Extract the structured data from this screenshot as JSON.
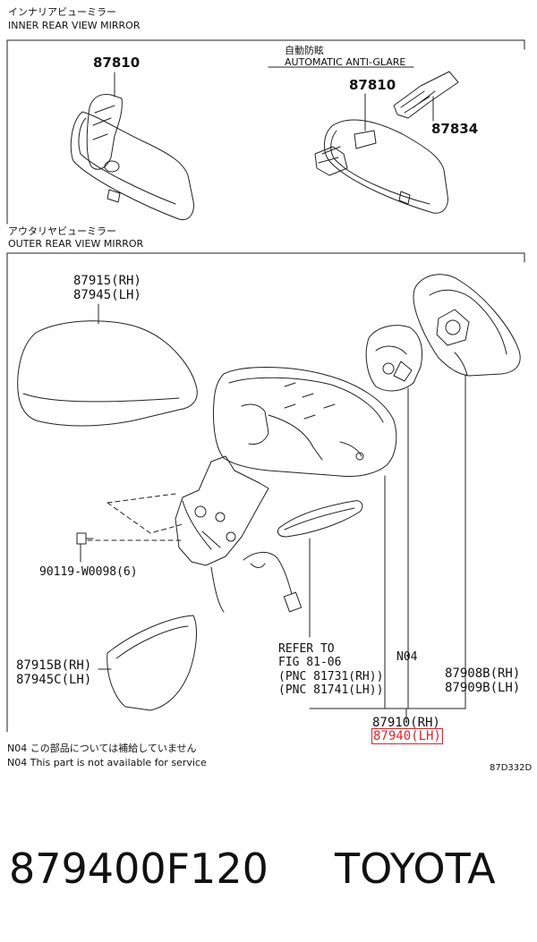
{
  "inner_section": {
    "title_jp": "インナリアビューミラー",
    "title_en": "INNER REAR VIEW MIRROR",
    "part_left": "87810",
    "auto_title_jp": "自動防眩",
    "auto_title_en": "AUTOMATIC ANTI-GLARE",
    "part_auto": "87810",
    "part_cover": "87834"
  },
  "outer_section": {
    "title_jp": "アウタリヤビューミラー",
    "title_en": "OUTER REAR VIEW MIRROR",
    "cover_rh": "87915(RH)",
    "cover_lh": "87945(LH)",
    "screw": "90119-W0098(6)",
    "lower_cover_rh": "87915B(RH)",
    "lower_cover_lh": "87945C(LH)",
    "refer_1": "REFER TO",
    "refer_2": "FIG 81-06",
    "refer_3": "(PNC 81731(RH))",
    "refer_4": "(PNC 81741(LH))",
    "n04": "N04",
    "glass_rh": "87908B(RH)",
    "glass_lh": "87909B(LH)",
    "assy_rh": "87910(RH)",
    "assy_lh": "87940(LH)"
  },
  "notes": {
    "n04_jp": "N04 この部品については補給していません",
    "n04_en": "N04 This part is not available for service",
    "diagram_id": "87D332D"
  },
  "footer": {
    "part_number": "879400F120",
    "brand": "TOYOTA"
  },
  "colors": {
    "highlight": "#e0242a",
    "line": "#222222"
  }
}
